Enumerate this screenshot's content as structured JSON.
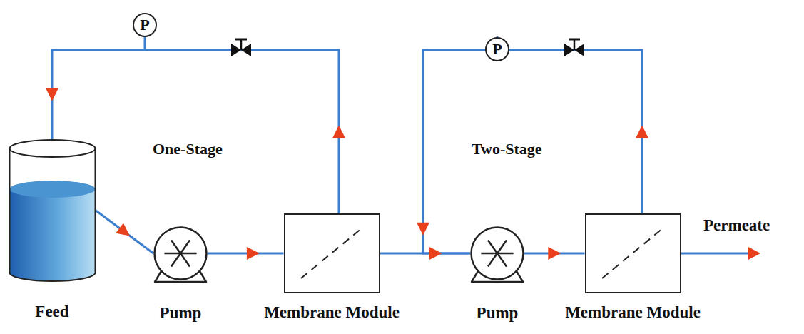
{
  "diagram": {
    "nodes": [
      {
        "text": [
          "Feed"
        ]
      },
      {
        "text": [
          "P"
        ]
      },
      {
        "text": [
          "Pump"
        ]
      },
      {
        "text": [
          "Membrane Module"
        ]
      },
      {
        "text": [
          "P"
        ]
      },
      {
        "text": [
          "Pump"
        ]
      },
      {
        "text": [
          "Membrane Module"
        ]
      }
    ],
    "edges": [
      {
        "from": 0,
        "to": 2,
        "arrow": "to"
      },
      {
        "from": 2,
        "to": 3,
        "arrow": "to"
      },
      {
        "from": 3,
        "to": 5,
        "arrow": "to"
      },
      {
        "from": 5,
        "to": 6,
        "arrow": "to"
      },
      {
        "from": 3,
        "to": 0,
        "arrow": "to"
      },
      {
        "from": 6,
        "to": 5,
        "arrow": "to"
      }
    ],
    "labels": [
      "One-Stage",
      "Two-Stage",
      "Permeate"
    ]
  }
}
